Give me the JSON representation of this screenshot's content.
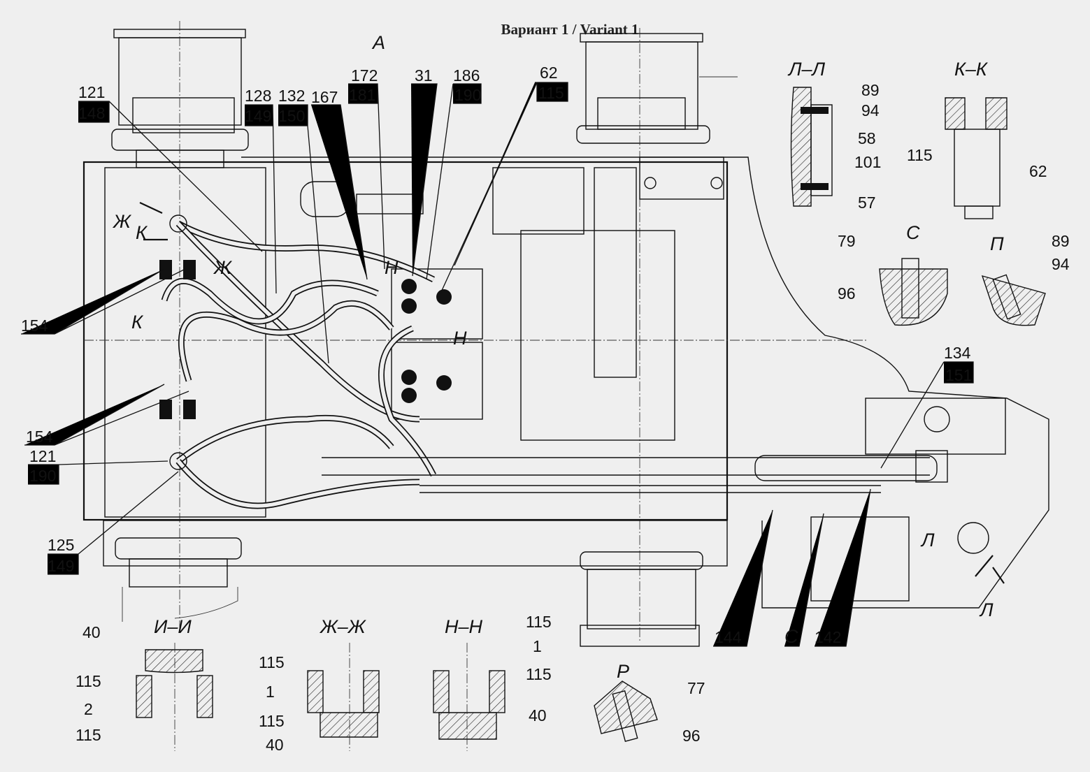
{
  "title": "Вариант 1 / Variant 1",
  "view_label": "А",
  "callouts": [
    "172",
    "181",
    "31",
    "186",
    "190",
    "62",
    "115",
    "121",
    "148",
    "128",
    "149",
    "132",
    "150",
    "167",
    "154",
    "154",
    "121",
    "190",
    "125",
    "149",
    "134",
    "151",
    "144",
    "С",
    "142",
    "89",
    "94",
    "58",
    "101",
    "57",
    "115",
    "62",
    "79",
    "96",
    "89",
    "94",
    "40",
    "115",
    "2",
    "115",
    "115",
    "1",
    "115",
    "40",
    "115",
    "1",
    "115",
    "40",
    "77",
    "96"
  ],
  "section_titles": {
    "ll": "Л–Л",
    "kk": "К–К",
    "c": "С",
    "p_view": "П",
    "ii": "И–И",
    "zhzh": "Ж–Ж",
    "nn": "Н–Н",
    "r": "Р"
  },
  "section_marks": [
    "Ж",
    "К",
    "Ж",
    "К",
    "Н",
    "Н",
    "Л",
    "Л"
  ]
}
